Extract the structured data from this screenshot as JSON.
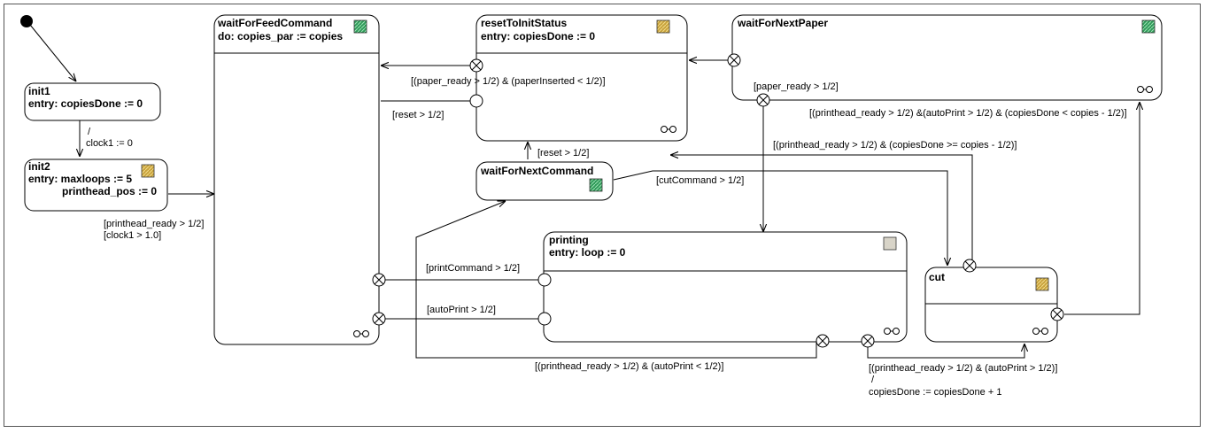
{
  "states": {
    "init1": {
      "name": "init1",
      "entry": "entry: copiesDone := 0"
    },
    "init2": {
      "name": "init2",
      "entry_line1": "entry: maxloops := 5",
      "entry_line2": "printhead_pos := 0"
    },
    "waitForFeedCommand": {
      "name": "waitForFeedCommand",
      "action": "do: copies_par := copies"
    },
    "resetToInitStatus": {
      "name": "resetToInitStatus",
      "entry": "entry: copiesDone := 0"
    },
    "waitForNextPaper": {
      "name": "waitForNextPaper"
    },
    "waitForNextCommand": {
      "name": "waitForNextCommand"
    },
    "printing": {
      "name": "printing",
      "entry": "entry: loop := 0"
    },
    "cut": {
      "name": "cut"
    }
  },
  "transitions": {
    "init1_init2_slash": "/",
    "init1_init2_action": "clock1 := 0",
    "init2_guard1": "[printhead_ready > 1/2]",
    "init2_guard2": "[clock1 > 1.0]",
    "reset_to_feed_guard": "[(paper_ready > 1/2) & (paperInserted < 1/2)]",
    "feed_to_reset": "[reset > 1/2]",
    "paper_ready": "[paper_ready > 1/2]",
    "nextpaper_to_cut": "[(printhead_ready > 1/2) &(autoPrint > 1/2) & (copiesDone < copies - 1/2)]",
    "nextpaper_to_reset": "[(printhead_ready > 1/2) & (copiesDone >= copies - 1/2)]",
    "cmd_to_reset": "[reset > 1/2]",
    "cut_command": "[cutCommand > 1/2]",
    "print_command": "[printCommand > 1/2]",
    "auto_print": "[autoPrint > 1/2]",
    "printing_to_cmd": "[(printhead_ready > 1/2) & (autoPrint < 1/2)]",
    "printing_to_cut_guard": "[(printhead_ready > 1/2) & (autoPrint > 1/2)]",
    "printing_to_cut_slash": "/",
    "printing_to_cut_action": "copiesDone := copiesDone + 1"
  },
  "icons": {
    "green": "state-machine-icon-green",
    "yellow": "state-machine-icon-yellow",
    "plain": "state-icon-plain",
    "sub": "submachine-icon"
  },
  "colors": {
    "green": "#2e9a58",
    "yellow": "#c8a23c",
    "plain": "#d8d4c8",
    "line": "#000000"
  }
}
